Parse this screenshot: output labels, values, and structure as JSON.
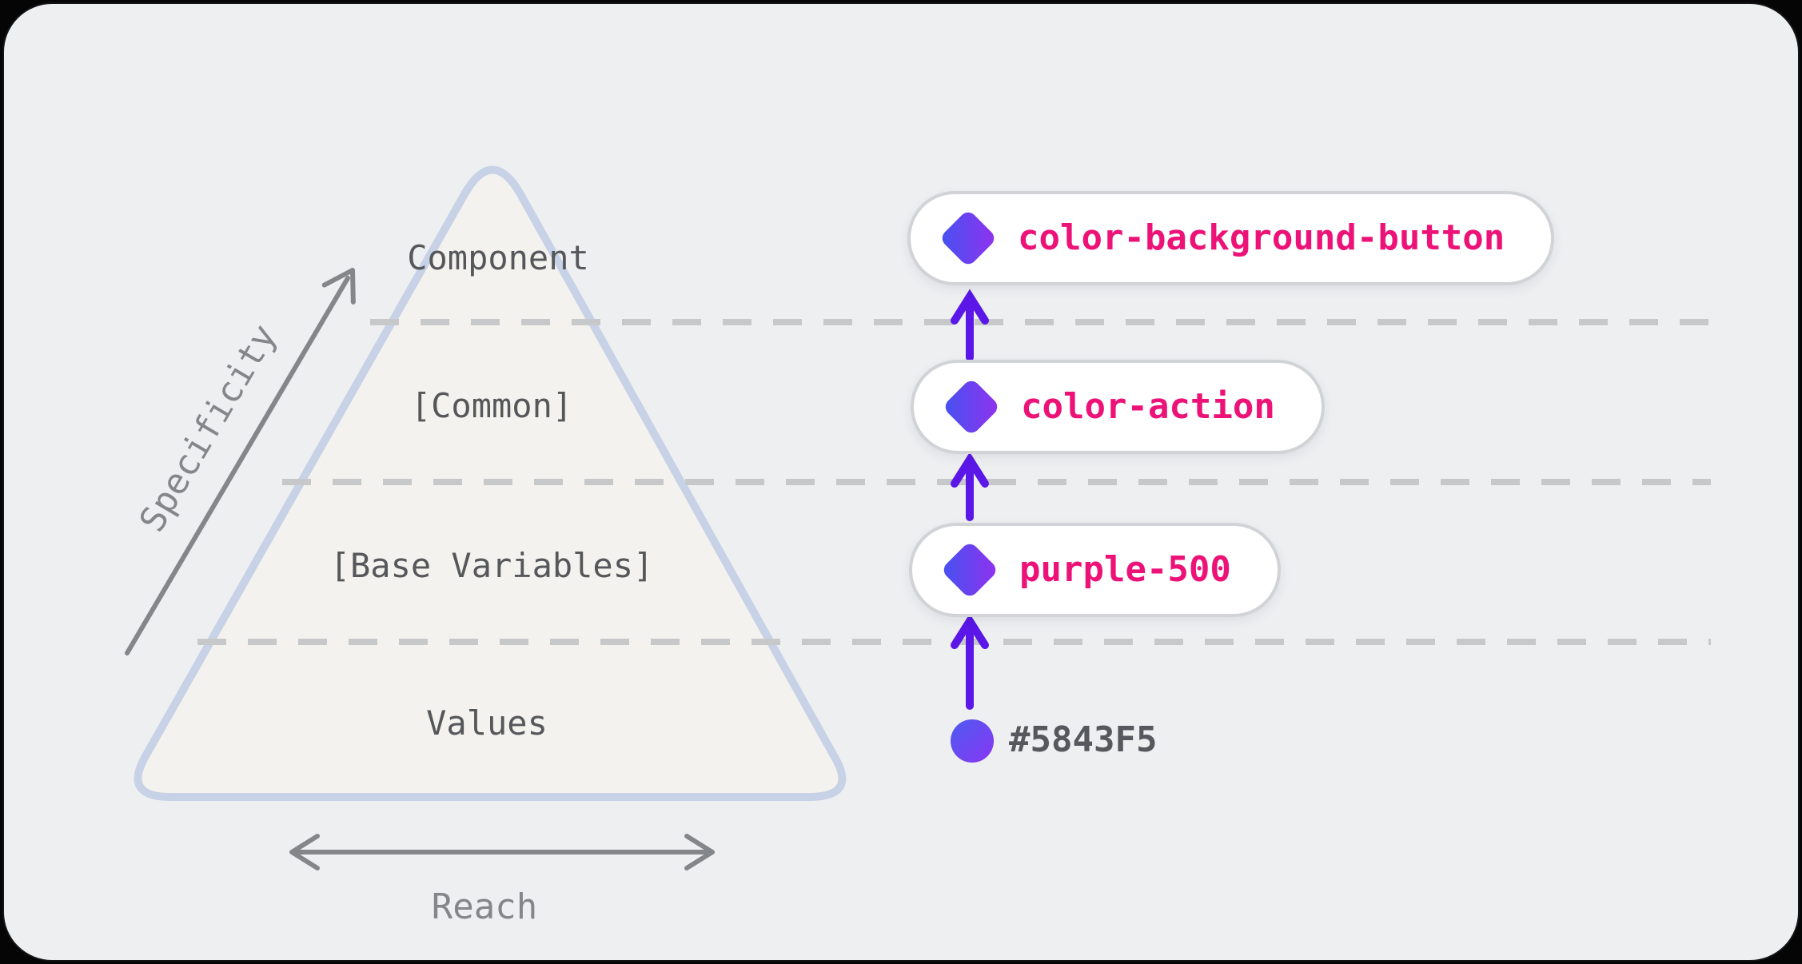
{
  "pyramid": {
    "levels": [
      {
        "label": "Component"
      },
      {
        "label": "[Common]"
      },
      {
        "label": "[Base Variables]"
      },
      {
        "label": "Values"
      }
    ],
    "axis_vertical": "Specificity",
    "axis_horizontal": "Reach"
  },
  "tokens": [
    {
      "label": "color-background-button"
    },
    {
      "label": "color-action"
    },
    {
      "label": "purple-500"
    }
  ],
  "value_swatch": {
    "hex": "#5843F5"
  },
  "colors": {
    "panel_background": "#edeff1",
    "triangle_fill": "#f4f2ee",
    "triangle_stroke": "#c8d2e7",
    "dashed_line": "#c7c8ca",
    "label_gray": "#55575a",
    "axis_gray": "#84878a",
    "token_pink": "#ec1277",
    "arrow_violet": "#5a17e7",
    "diamond_gradient": [
      "#4353f0",
      "#9331ee"
    ],
    "swatch_gradient": [
      "#4c5bf1",
      "#8936f2"
    ]
  }
}
